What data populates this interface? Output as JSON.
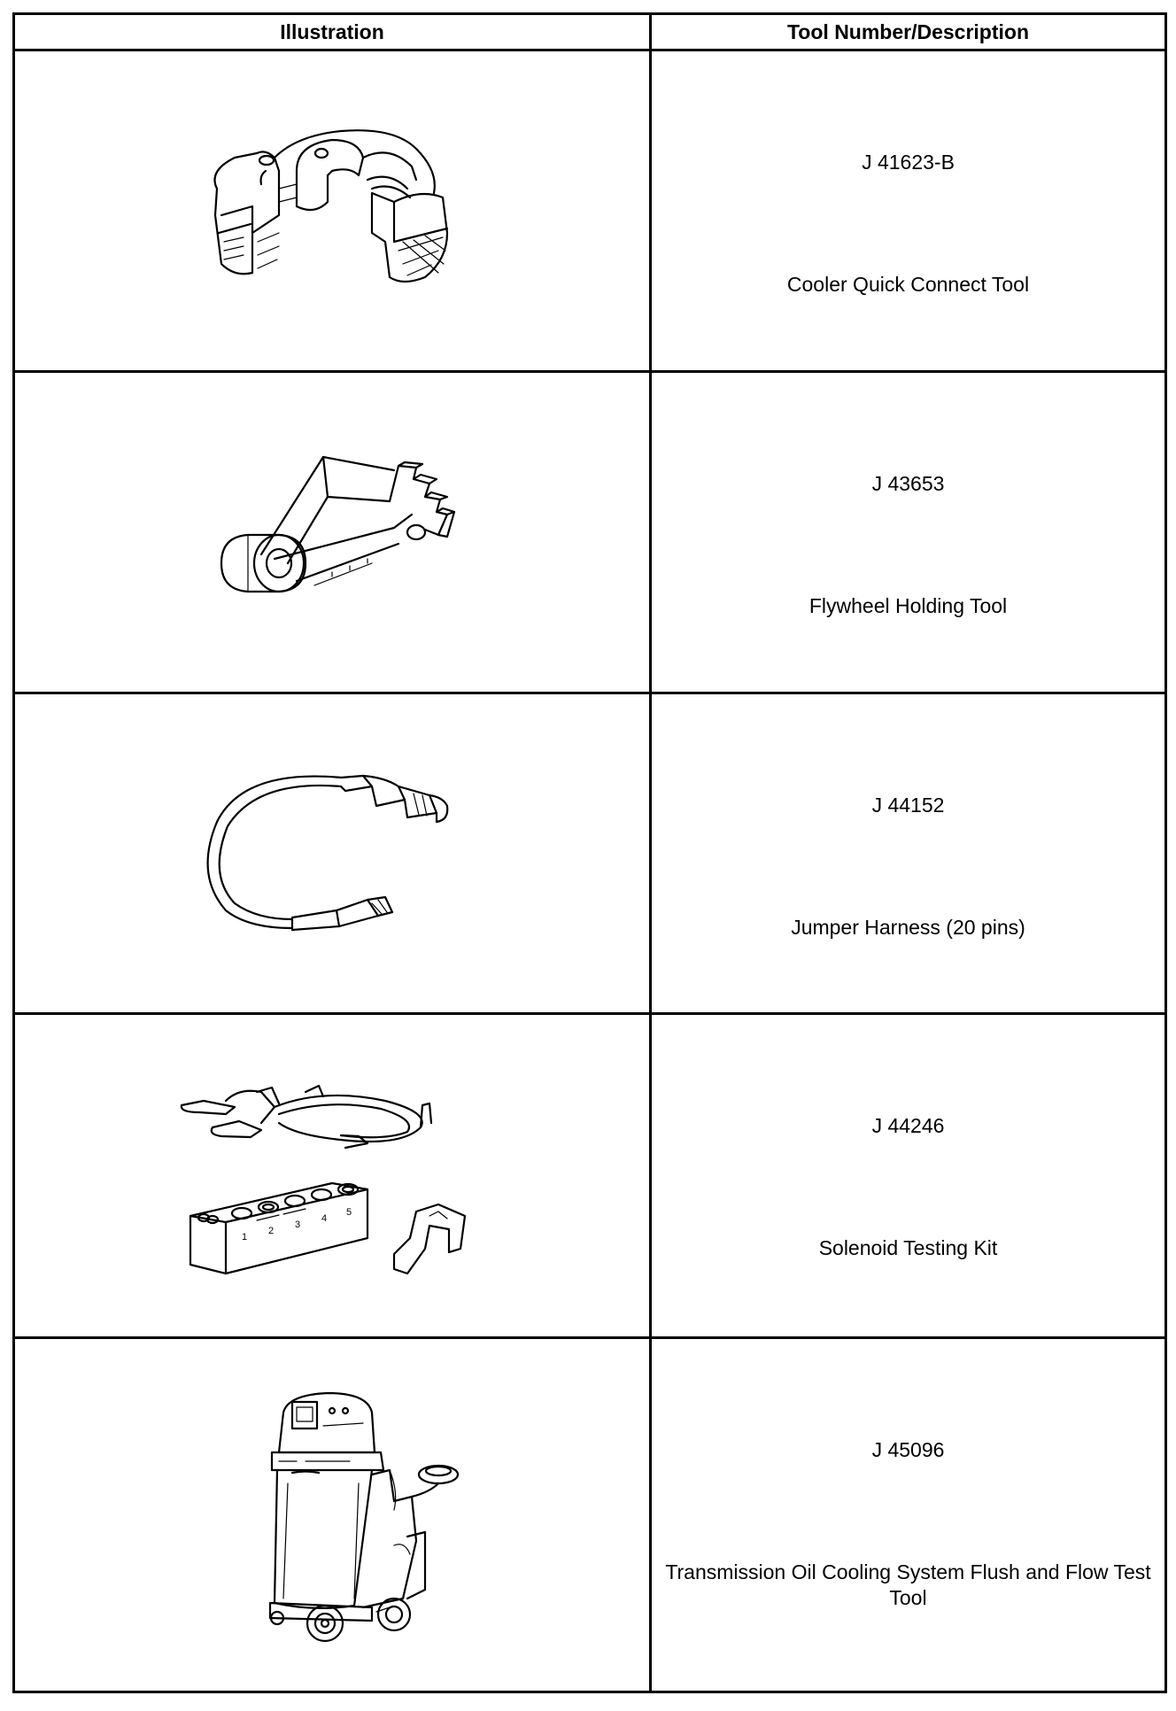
{
  "table": {
    "headers": {
      "illustration": "Illustration",
      "tool": "Tool Number/Description"
    },
    "rows": [
      {
        "tool_number": "J 41623-B",
        "description": "Cooler Quick Connect Tool",
        "illustration_icon": "cooler-quick-connect-tool-icon"
      },
      {
        "tool_number": "J 43653",
        "description": "Flywheel Holding Tool",
        "illustration_icon": "flywheel-holding-tool-icon"
      },
      {
        "tool_number": "J 44152",
        "description": "Jumper Harness (20 pins)",
        "illustration_icon": "jumper-harness-icon"
      },
      {
        "tool_number": "J 44246",
        "description": "Solenoid Testing Kit",
        "illustration_icon": "solenoid-testing-kit-icon",
        "block_labels": [
          "1",
          "2",
          "3",
          "4",
          "5"
        ]
      },
      {
        "tool_number": "J 45096",
        "description": "Transmission Oil Cooling System Flush and Flow Test Tool",
        "illustration_icon": "flush-and-flow-test-machine-icon"
      }
    ]
  }
}
